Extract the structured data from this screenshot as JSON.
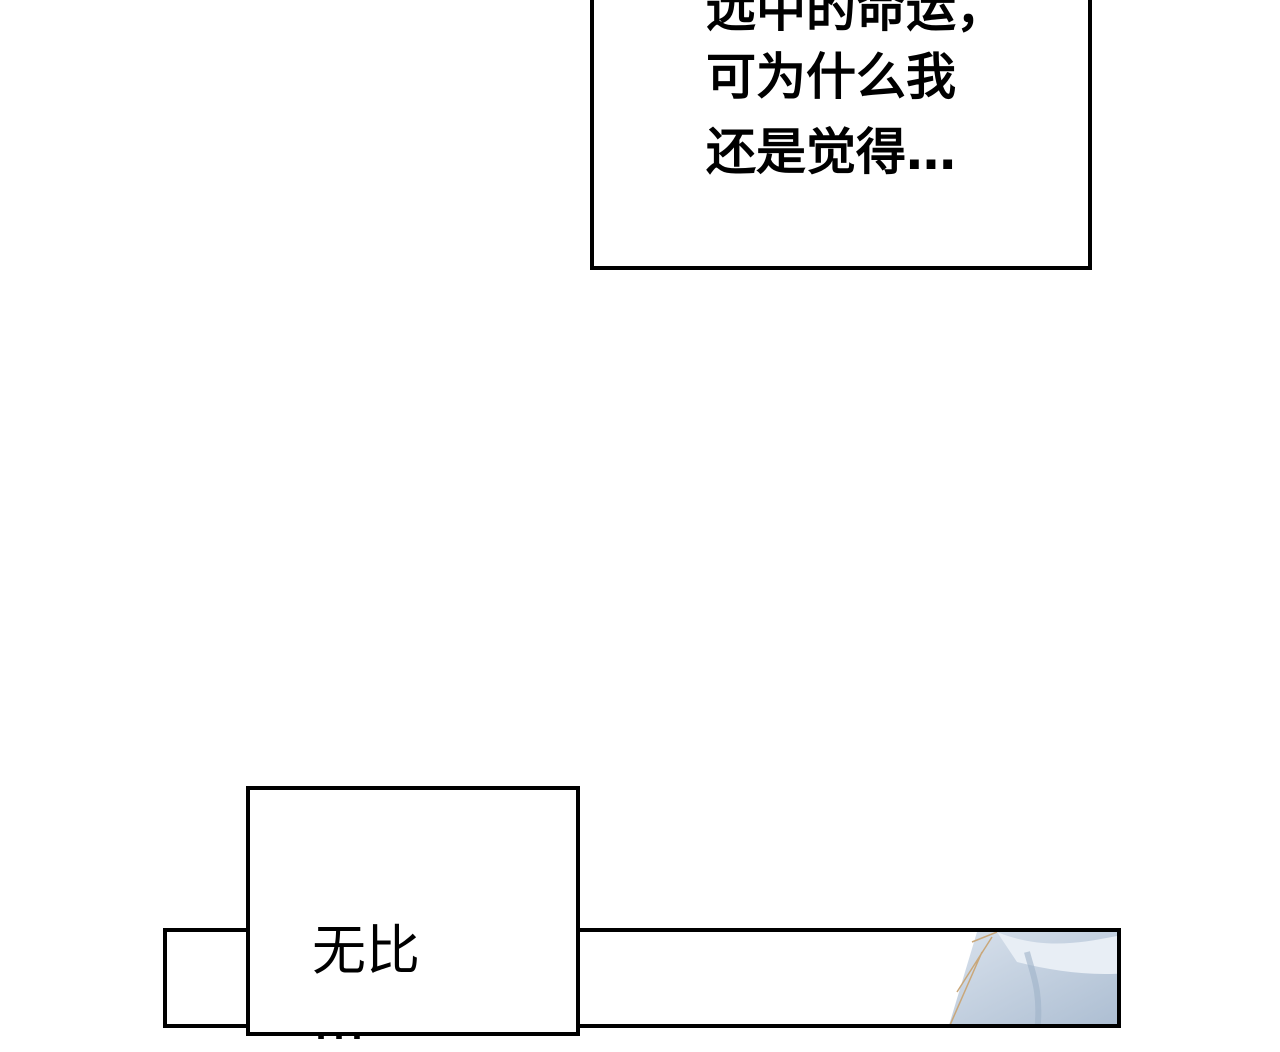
{
  "captions": {
    "top": {
      "lines": [
        "远中的命运，",
        "可为什么我",
        "还是觉得…"
      ]
    },
    "bottom": {
      "lines": [
        "无比",
        "…"
      ]
    }
  },
  "colors": {
    "ink": "#000000",
    "paper": "#ffffff",
    "art_blue": "#b9c8d9",
    "art_outline": "#c9a77a"
  }
}
